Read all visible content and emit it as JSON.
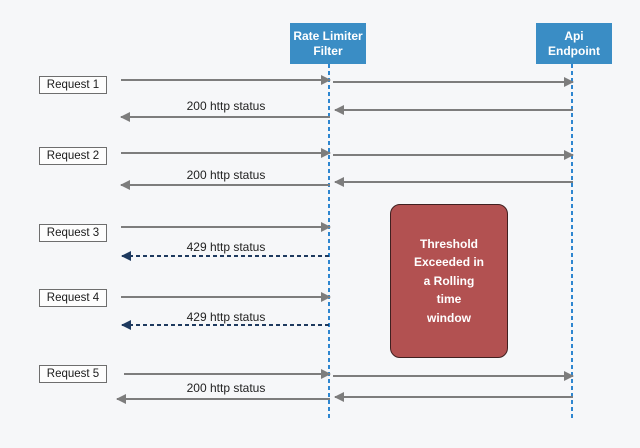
{
  "diagram_type": "sequence-diagram",
  "actors": [
    {
      "id": "rate-limiter-filter",
      "label": "Rate Limiter\nFilter"
    },
    {
      "id": "api-endpoint",
      "label": "Api\nEndpoint"
    }
  ],
  "messages": [
    {
      "request": "Request 1",
      "status": "200 http status",
      "blocked": false
    },
    {
      "request": "Request 2",
      "status": "200 http status",
      "blocked": false
    },
    {
      "request": "Request 3",
      "status": "429 http status",
      "blocked": true
    },
    {
      "request": "Request 4",
      "status": "429 http status",
      "blocked": true
    },
    {
      "request": "Request 5",
      "status": "200 http status",
      "blocked": false
    }
  ],
  "note": {
    "text": "Threshold\nExceeded in\na Rolling\ntime\nwindow"
  },
  "colors": {
    "actor_fill": "#3a8dc5",
    "lifeline": "#2e86d0",
    "arrow": "#7d7d7d",
    "blocked_arrow": "#1e3a5f",
    "note_fill": "#b25151",
    "background": "#f6f7f9"
  }
}
